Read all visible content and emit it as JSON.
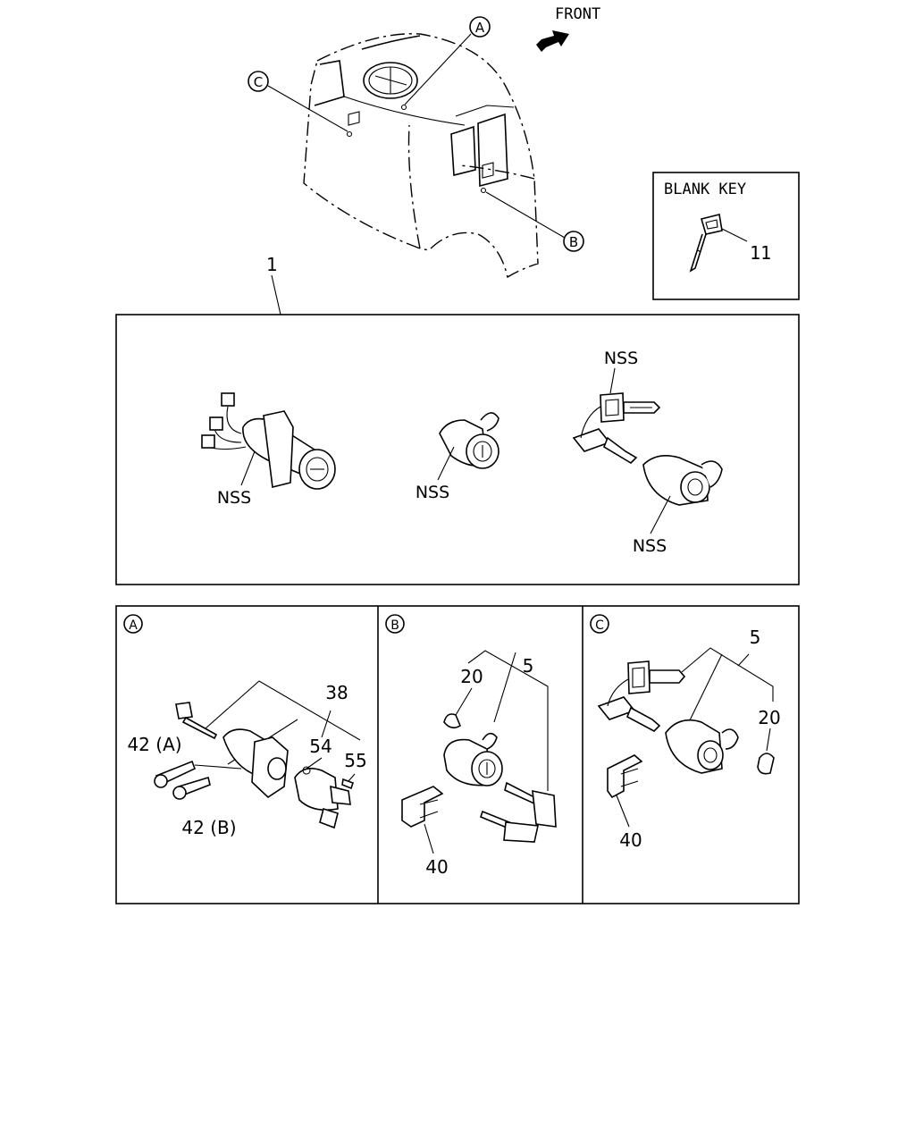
{
  "orientation": {
    "front_label": "FRONT",
    "arrow_icon": "front-arrow-icon"
  },
  "blank_key_box": {
    "title": "BLANK KEY",
    "part_no": "11"
  },
  "assembly": {
    "ref_no": "1",
    "nss_labels": [
      "NSS",
      "NSS",
      "NSS",
      "NSS"
    ]
  },
  "callouts": {
    "a": "A",
    "b": "B",
    "c": "C"
  },
  "panel_a": {
    "badge": "A",
    "labels": [
      "38",
      "42 (A)",
      "42 (B)",
      "54",
      "55"
    ]
  },
  "panel_b": {
    "badge": "B",
    "labels": [
      "5",
      "20",
      "40"
    ]
  },
  "panel_c": {
    "badge": "C",
    "labels": [
      "5",
      "20",
      "40"
    ]
  }
}
